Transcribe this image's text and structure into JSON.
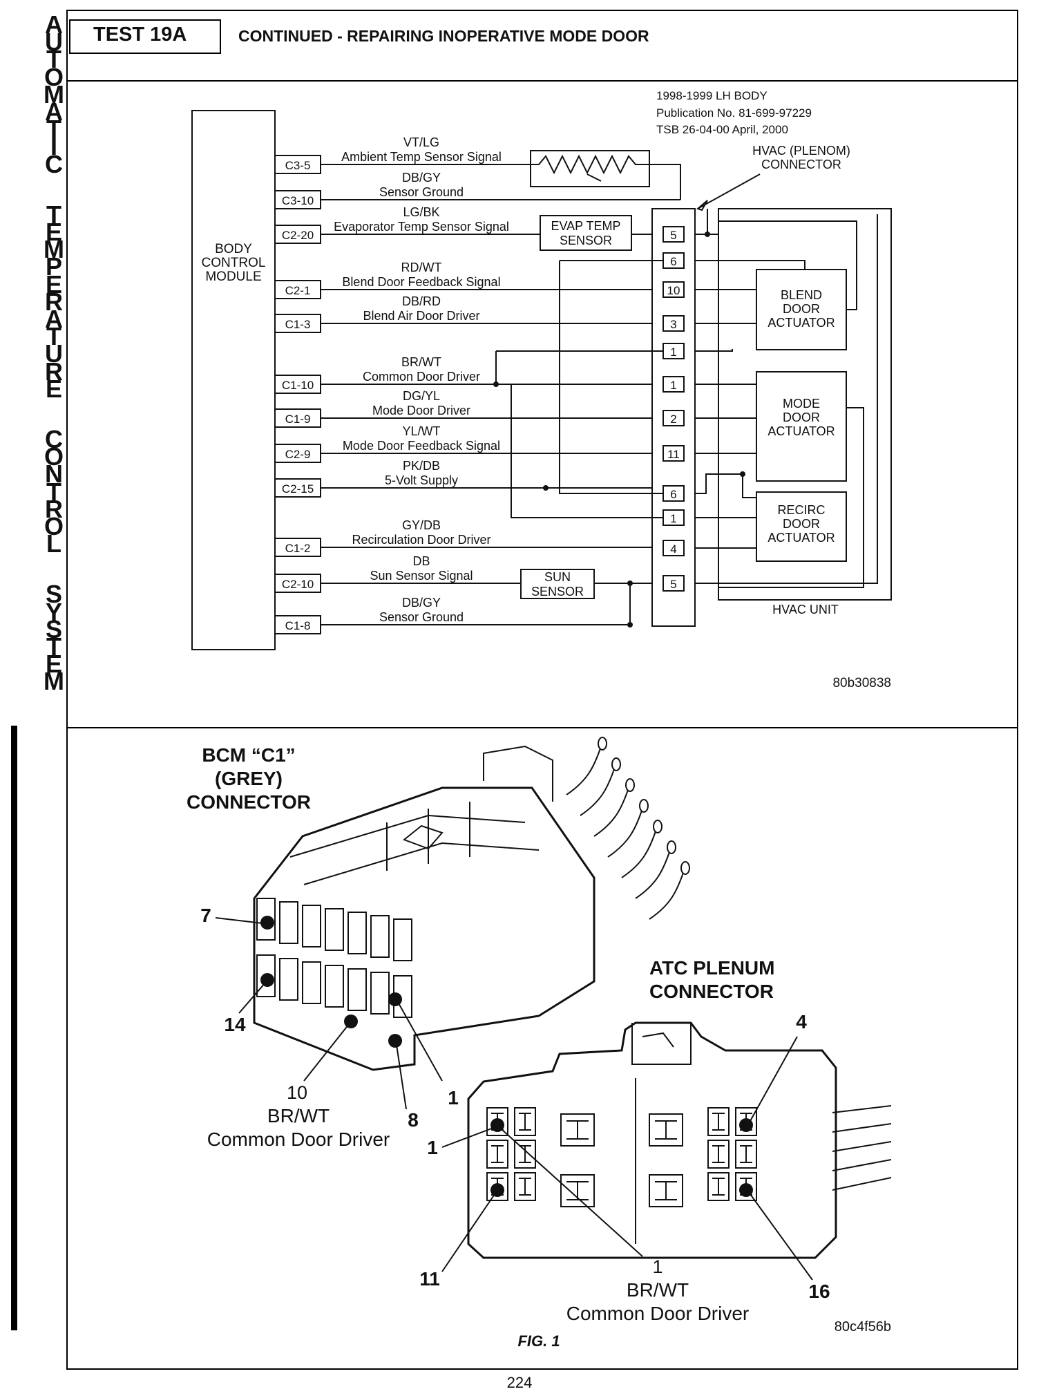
{
  "sidebar_letters": [
    "A",
    "U",
    "T",
    "O",
    "M",
    "A",
    "T",
    "I",
    "C",
    "",
    "T",
    "E",
    "M",
    "P",
    "E",
    "R",
    "A",
    "T",
    "U",
    "R",
    "E",
    "",
    "C",
    "O",
    "N",
    "T",
    "R",
    "O",
    "L",
    "",
    "S",
    "Y",
    "S",
    "T",
    "E",
    "M"
  ],
  "header": {
    "test_label": "TEST 19A",
    "title": "CONTINUED - REPAIRING INOPERATIVE MODE DOOR"
  },
  "publication": {
    "line1": "1998-1999 LH BODY",
    "line2": "Publication No. 81-699-97229",
    "line3": "TSB 26-04-00     April, 2000"
  },
  "wiring": {
    "bcm_label": [
      "BODY",
      "CONTROL",
      "MODULE"
    ],
    "circuits": [
      {
        "pin": "C3-5",
        "color": "VT/LG",
        "desc": "Ambient Temp Sensor Signal"
      },
      {
        "pin": "C3-10",
        "color": "DB/GY",
        "desc": "Sensor Ground"
      },
      {
        "pin": "C2-20",
        "color": "LG/BK",
        "desc": "Evaporator Temp Sensor Signal"
      },
      {
        "pin": "C2-1",
        "color": "RD/WT",
        "desc": "Blend Door Feedback Signal"
      },
      {
        "pin": "C1-3",
        "color": "DB/RD",
        "desc": "Blend Air Door Driver"
      },
      {
        "pin": "C1-10",
        "color": "BR/WT",
        "desc": "Common Door Driver"
      },
      {
        "pin": "C1-9",
        "color": "DG/YL",
        "desc": "Mode Door Driver"
      },
      {
        "pin": "C2-9",
        "color": "YL/WT",
        "desc": "Mode Door Feedback Signal"
      },
      {
        "pin": "C2-15",
        "color": "PK/DB",
        "desc": "5-Volt Supply"
      },
      {
        "pin": "C1-2",
        "color": "GY/DB",
        "desc": "Recirculation Door Driver"
      },
      {
        "pin": "C2-10",
        "color": "DB",
        "desc": "Sun Sensor Signal"
      },
      {
        "pin": "C1-8",
        "color": "DB/GY",
        "desc": "Sensor Ground"
      }
    ],
    "evap_sensor": [
      "EVAP TEMP",
      "SENSOR"
    ],
    "sun_sensor": [
      "SUN",
      "SENSOR"
    ],
    "hvac_connector_label": [
      "HVAC (PLENOM)",
      "CONNECTOR"
    ],
    "connector_pins": [
      "5",
      "6",
      "10",
      "3",
      "1",
      "1",
      "2",
      "11",
      "6",
      "1",
      "4",
      "5"
    ],
    "blend_actuator": [
      "BLEND",
      "DOOR",
      "ACTUATOR"
    ],
    "mode_actuator": [
      "MODE",
      "DOOR",
      "ACTUATOR"
    ],
    "recirc_actuator": [
      "RECIRC",
      "DOOR",
      "ACTUATOR"
    ],
    "hvac_unit_label": "HVAC UNIT",
    "figure_id": "80b30838"
  },
  "connectors": {
    "bcm_label": [
      "BCM “C1”",
      "(GREY)",
      "CONNECTOR"
    ],
    "bcm_callouts": {
      "p7": "7",
      "p14": "14",
      "p10": "10",
      "p8": "8",
      "p1": "1"
    },
    "bcm_wire": {
      "color": "BR/WT",
      "desc": "Common Door Driver"
    },
    "atc_label": [
      "ATC PLENUM",
      "CONNECTOR"
    ],
    "atc_callouts": {
      "p4": "4",
      "p1": "1",
      "p11": "11",
      "p16": "16",
      "p1b": "1"
    },
    "atc_wire": {
      "color": "BR/WT",
      "desc": "Common Door Driver"
    },
    "fig_label": "FIG. 1",
    "figure_id": "80c4f56b"
  },
  "page_number": "224"
}
